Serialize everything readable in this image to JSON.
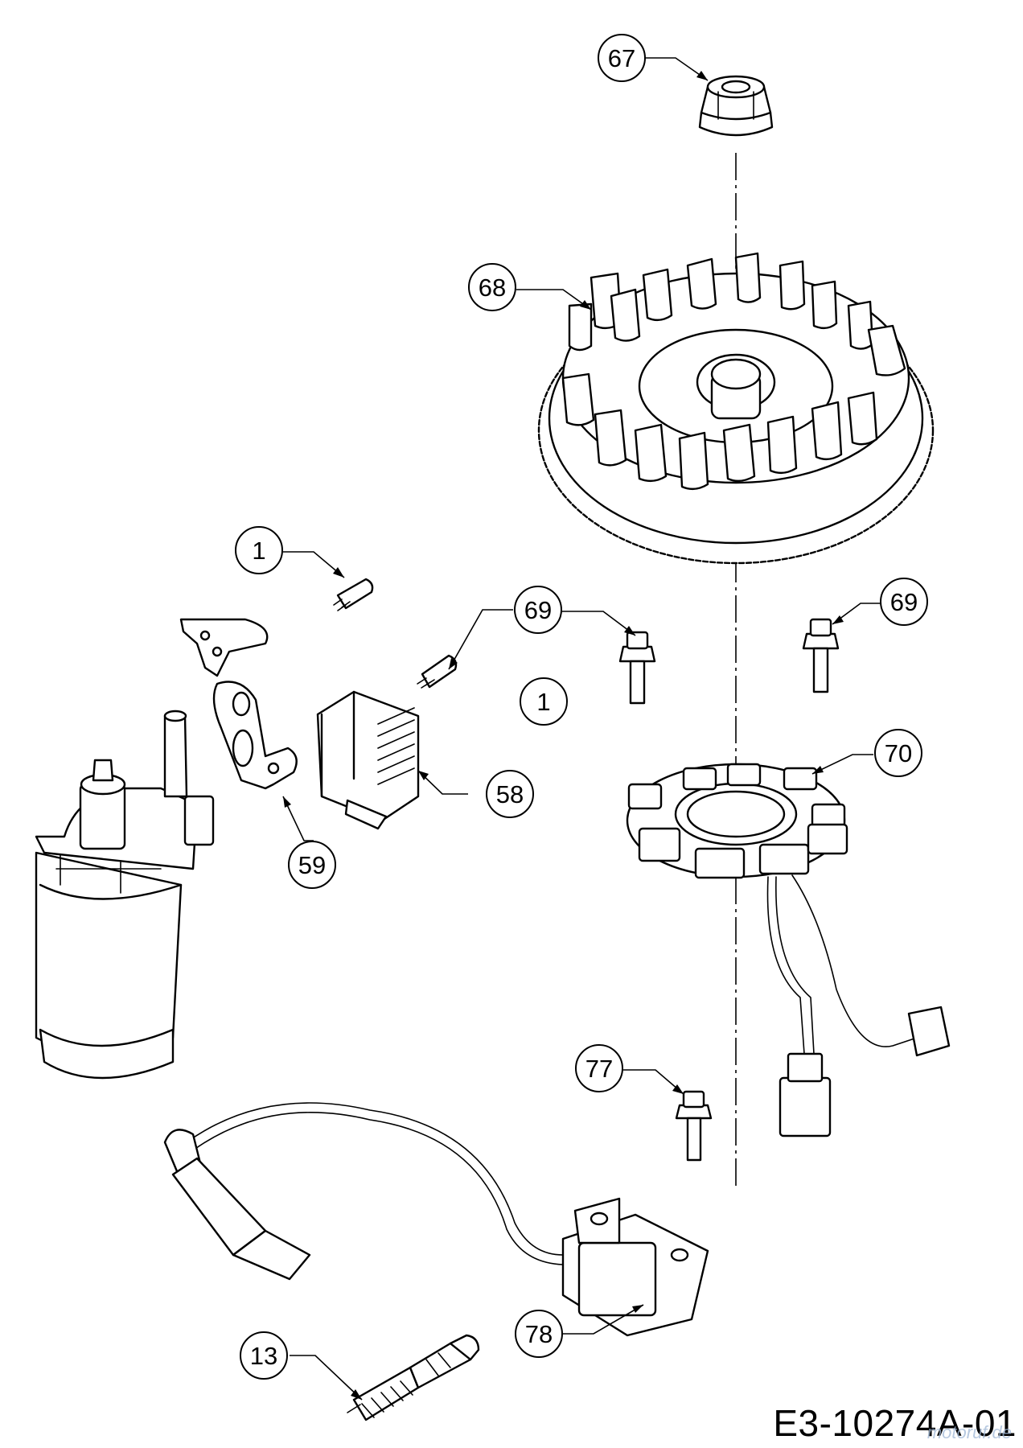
{
  "drawing_number": "E3-10274A-01",
  "watermark": "motoruf.de",
  "callouts": [
    {
      "key": "nut",
      "label": "67"
    },
    {
      "key": "flywheel",
      "label": "68"
    },
    {
      "key": "bolt-left",
      "label": "69"
    },
    {
      "key": "bolt-right",
      "label": "69"
    },
    {
      "key": "stator",
      "label": "70"
    },
    {
      "key": "bolt-ignition",
      "label": "77"
    },
    {
      "key": "ignition-coil",
      "label": "78"
    },
    {
      "key": "screw-upper",
      "label": "1"
    },
    {
      "key": "screw-regulator",
      "label": "1"
    },
    {
      "key": "regulator",
      "label": "58"
    },
    {
      "key": "bracket",
      "label": "59"
    },
    {
      "key": "spark-plug",
      "label": "13"
    }
  ]
}
